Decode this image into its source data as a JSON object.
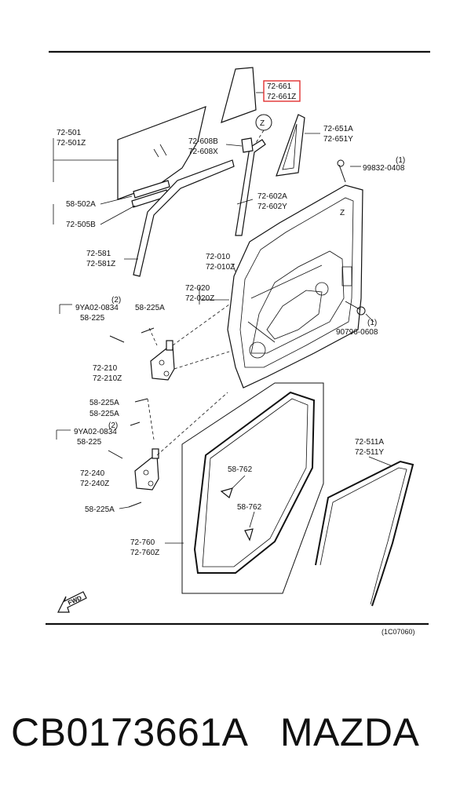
{
  "callouts": {
    "c1": "72-661",
    "c2": "72-661Z",
    "c3": "72-651A",
    "c4": "72-651Y",
    "c5": "72-501",
    "c6": "72-501Z",
    "c7": "72-608B",
    "c8": "72-608X",
    "c9": "99832-0408",
    "c10": "72-602A",
    "c11": "72-602Y",
    "c12": "58-502A",
    "c13": "72-505B",
    "c14": "72-581",
    "c15": "72-581Z",
    "c16": "72-010",
    "c17": "72-010Z",
    "c18": "72-020",
    "c19": "72-020Z",
    "c20": "9YA02-0834",
    "c21": "58-225",
    "c22": "58-225A",
    "c23": "90796-0608",
    "c24": "72-210",
    "c25": "72-210Z",
    "c26": "58-225A",
    "c27": "58-225A",
    "c28": "9YA02-0834",
    "c29": "58-225",
    "c30": "72-511A",
    "c31": "72-511Y",
    "c32": "58-762",
    "c33": "58-762",
    "c34": "72-240",
    "c35": "72-240Z",
    "c36": "58-225A",
    "c37": "72-760",
    "c38": "72-760Z"
  },
  "qty": {
    "q1": "(1)",
    "q2": "(2)",
    "q3": "(1)",
    "q4": "(2)"
  },
  "markers": {
    "z1": "Z",
    "z2": "Z"
  },
  "fwd": "FWD",
  "diagram_code": "(1C07060)",
  "caption": "CB0173661A   MAZDA",
  "highlight_color": "#e03030"
}
